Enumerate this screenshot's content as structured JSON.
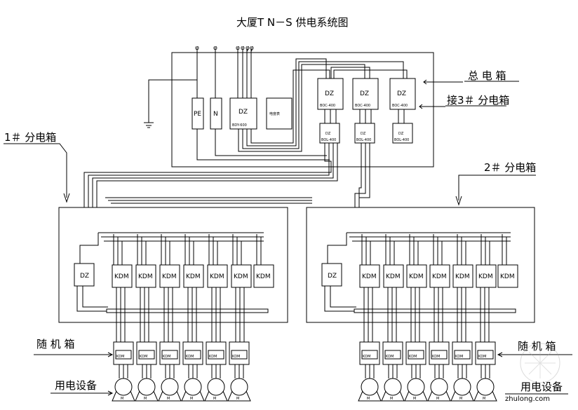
{
  "title": "大厦T N－S 供电系统图",
  "main_box": {
    "label": "总 电 箱",
    "feed_label": "接3＃ 分电箱",
    "pe": "PE",
    "n": "N",
    "dz": "DZ",
    "dz_model": "BDY-600",
    "meter": "电度表",
    "breakers": [
      {
        "name": "DZ",
        "model": "BOC-400"
      },
      {
        "name": "DZ",
        "model": "BOC-400"
      },
      {
        "name": "DZ",
        "model": "BOC-400"
      }
    ],
    "sub_breakers": [
      {
        "name": "DZ",
        "model": "BOL-400"
      },
      {
        "name": "DZ",
        "model": "BOL-400"
      },
      {
        "name": "DZ",
        "model": "BOL-400"
      }
    ]
  },
  "box1": {
    "label": "1＃ 分电箱",
    "dz": "DZ",
    "kdm": [
      "KDM",
      "KDM",
      "KDM",
      "KDM",
      "KDM",
      "KDM",
      "KDM"
    ]
  },
  "box2": {
    "label": "2＃ 分电箱",
    "dz": "DZ",
    "kdm": [
      "KDM",
      "KDM",
      "KDM",
      "KDM",
      "KDM",
      "KDM",
      "KDM"
    ]
  },
  "random_box_left": "随 机 箱",
  "random_box_right": "随 机 箱",
  "device_left": "用电设备",
  "device_right": "用电设备",
  "unit_kdm": "KDM",
  "motor": "M",
  "watermark": "zhulong.com"
}
